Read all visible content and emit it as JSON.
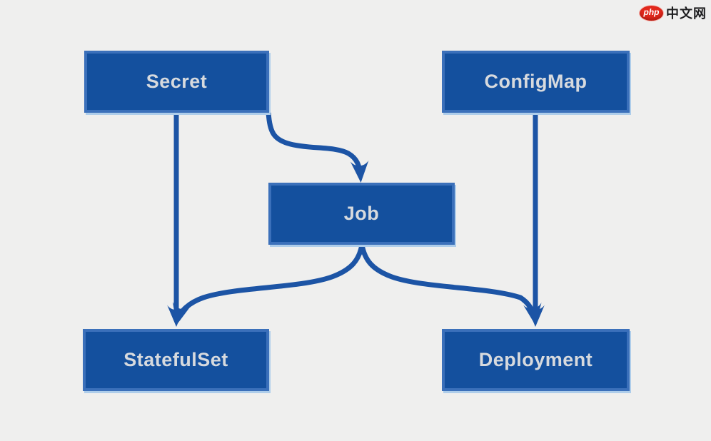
{
  "diagram": {
    "type": "flow-diagram",
    "topic": "Kubernetes resource relationships",
    "nodes": [
      {
        "id": "secret",
        "label": "Secret"
      },
      {
        "id": "configmap",
        "label": "ConfigMap"
      },
      {
        "id": "job",
        "label": "Job"
      },
      {
        "id": "statefulset",
        "label": "StatefulSet"
      },
      {
        "id": "deployment",
        "label": "Deployment"
      }
    ],
    "edges": [
      {
        "from": "Secret",
        "to": "StatefulSet",
        "style": "straight",
        "arrow": "down"
      },
      {
        "from": "Secret",
        "to": "Job",
        "style": "s-curve",
        "arrow": "down"
      },
      {
        "from": "ConfigMap",
        "to": "Deployment",
        "style": "straight",
        "arrow": "down"
      },
      {
        "from": "Job",
        "to": "StatefulSet",
        "style": "curve",
        "arrow": "down"
      },
      {
        "from": "Job",
        "to": "Deployment",
        "style": "curve",
        "arrow": "down"
      }
    ],
    "colors": {
      "background": "#efefee",
      "node_fill": "#14509e",
      "node_border": "#3b70ba",
      "node_glow": "#aecdea",
      "node_text": "#d7dade",
      "arrow": "#1c54a5"
    }
  },
  "watermark": {
    "badge_label": "php",
    "site_label": "中文网",
    "colors": {
      "badge_color": "#e2291d",
      "wm_text": "#1d1d1f"
    }
  }
}
